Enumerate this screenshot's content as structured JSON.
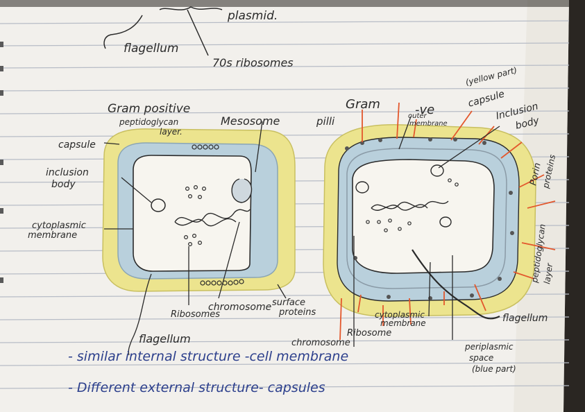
{
  "photo": {
    "subject": "notebook-page-bacterial-cell-wall-sketch",
    "paper_color": "#f2f0ec",
    "rule_color": "#b7bcc6",
    "ink_color": "#2a2a2a",
    "pen_color": "#2c3f8c",
    "capsule_color": "#ece48e",
    "periplasm_color": "#b9d0dc",
    "pilli_color": "#e3572c"
  },
  "top_labels": {
    "plasmid": "plasmid.",
    "flagellum": "flagellum",
    "ribosomes70s": "70s ribosomes"
  },
  "gram_positive": {
    "title": "Gram positive",
    "peptidoglycan": "peptidoglycan",
    "peptidoglycan_2": "layer.",
    "mesosome": "Mesosome",
    "capsule": "capsule",
    "inclusion": "inclusion",
    "inclusion_2": "body",
    "cytoplasmic": "cytoplasmic",
    "cytoplasmic_2": "membrane",
    "ribosomes": "Ribosomes",
    "chromosome": "chromosome",
    "surface_proteins": "surface",
    "surface_proteins_2": "proteins",
    "flagellum": "flagellum"
  },
  "gram_negative": {
    "title": "Gram",
    "title_suffix": "-ve",
    "pilli": "pilli",
    "outer_membrane": "outer",
    "outer_membrane_2": "membrane",
    "yellow_part": "(yellow part)",
    "capsule": "capsule",
    "inclusion": "Inclusion",
    "inclusion_2": "body",
    "porin": "Porin",
    "porin_2": "proteins",
    "peptidoglycan": "peptidoglycan",
    "peptidoglycan_2": "layer",
    "flagellum": "flagellum",
    "cytoplasmic": "cytoplasmic",
    "cytoplasmic_2": "membrane",
    "ribosome": "Ribosome",
    "chromosome": "chromosome",
    "periplasmic": "periplasmic",
    "periplasmic_2": "space",
    "periplasmic_3": "(blue part)"
  },
  "notes": {
    "line1": "- similar internal structure -cell membrane",
    "line2": "- Different external structure- capsules"
  }
}
